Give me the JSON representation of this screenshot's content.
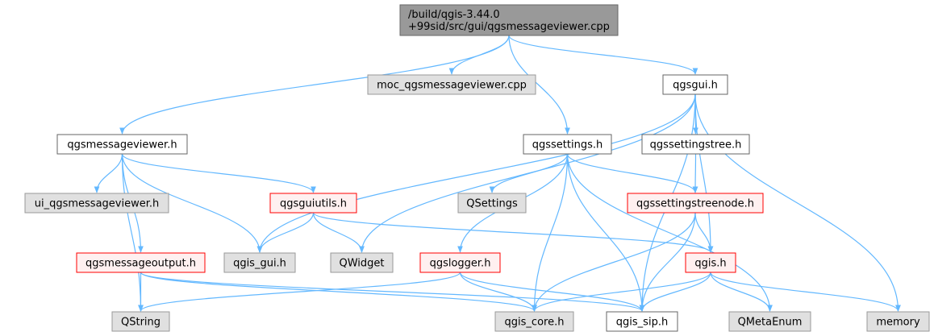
{
  "nodes": [
    {
      "id": "root",
      "style": "focus",
      "lines": [
        "/build/qgis-3.44.0",
        "+99sid/src/gui/qgsmessageviewer.cpp"
      ]
    },
    {
      "id": "moc",
      "style": "external",
      "lines": [
        "moc_qgsmessageviewer.cpp"
      ]
    },
    {
      "id": "qgsgui",
      "style": "normal",
      "lines": [
        "qgsgui.h"
      ]
    },
    {
      "id": "qgsmessageviewer",
      "style": "normal",
      "lines": [
        "qgsmessageviewer.h"
      ]
    },
    {
      "id": "qgssettings",
      "style": "normal",
      "lines": [
        "qgssettings.h"
      ]
    },
    {
      "id": "qgssettingstree",
      "style": "normal",
      "lines": [
        "qgssettingstree.h"
      ]
    },
    {
      "id": "ui_qgsmessageviewer",
      "style": "external",
      "lines": [
        "ui_qgsmessageviewer.h"
      ]
    },
    {
      "id": "qgsguiutils",
      "style": "truncated",
      "lines": [
        "qgsguiutils.h"
      ]
    },
    {
      "id": "QSettings",
      "style": "external",
      "lines": [
        "QSettings"
      ]
    },
    {
      "id": "qgssettingstreenode",
      "style": "truncated",
      "lines": [
        "qgssettingstreenode.h"
      ]
    },
    {
      "id": "qgsmessageoutput",
      "style": "truncated",
      "lines": [
        "qgsmessageoutput.h"
      ]
    },
    {
      "id": "qgis_gui",
      "style": "external",
      "lines": [
        "qgis_gui.h"
      ]
    },
    {
      "id": "QWidget",
      "style": "external",
      "lines": [
        "QWidget"
      ]
    },
    {
      "id": "qgslogger",
      "style": "truncated",
      "lines": [
        "qgslogger.h"
      ]
    },
    {
      "id": "qgis",
      "style": "truncated",
      "lines": [
        "qgis.h"
      ]
    },
    {
      "id": "QString",
      "style": "external",
      "lines": [
        "QString"
      ]
    },
    {
      "id": "qgis_core",
      "style": "external",
      "lines": [
        "qgis_core.h"
      ]
    },
    {
      "id": "qgis_sip",
      "style": "normal",
      "lines": [
        "qgis_sip.h"
      ]
    },
    {
      "id": "QMetaEnum",
      "style": "external",
      "lines": [
        "QMetaEnum"
      ]
    },
    {
      "id": "memory",
      "style": "external",
      "lines": [
        "memory"
      ]
    }
  ],
  "edges": [
    [
      "root",
      "qgsmessageviewer"
    ],
    [
      "root",
      "moc"
    ],
    [
      "root",
      "qgssettings"
    ],
    [
      "root",
      "qgsgui"
    ],
    [
      "qgsgui",
      "qgssettingstree"
    ],
    [
      "qgsgui",
      "qgis_gui"
    ],
    [
      "qgsgui",
      "QWidget"
    ],
    [
      "qgsgui",
      "qgis"
    ],
    [
      "qgsgui",
      "qgis_sip"
    ],
    [
      "qgsgui",
      "memory"
    ],
    [
      "qgssettingstree",
      "qgssettingstreenode"
    ],
    [
      "qgsmessageviewer",
      "ui_qgsmessageviewer"
    ],
    [
      "qgsmessageviewer",
      "qgsguiutils"
    ],
    [
      "qgsmessageviewer",
      "qgis_gui"
    ],
    [
      "qgsmessageviewer",
      "qgsmessageoutput"
    ],
    [
      "qgsmessageviewer",
      "QString"
    ],
    [
      "qgssettings",
      "QSettings"
    ],
    [
      "qgssettings",
      "qgssettingstreenode"
    ],
    [
      "qgssettings",
      "qgslogger"
    ],
    [
      "qgssettings",
      "qgis_core"
    ],
    [
      "qgssettings",
      "qgis_sip"
    ],
    [
      "qgssettings",
      "QMetaEnum"
    ],
    [
      "qgsguiutils",
      "qgis_gui"
    ],
    [
      "qgsguiutils",
      "QWidget"
    ],
    [
      "qgsguiutils",
      "qgis"
    ],
    [
      "qgssettingstreenode",
      "qgis"
    ],
    [
      "qgssettingstreenode",
      "qgis_core"
    ],
    [
      "qgssettingstreenode",
      "qgis_sip"
    ],
    [
      "qgsmessageoutput",
      "QString"
    ],
    [
      "qgsmessageoutput",
      "qgis_core"
    ],
    [
      "qgsmessageoutput",
      "qgis_sip"
    ],
    [
      "qgslogger",
      "QString"
    ],
    [
      "qgslogger",
      "qgis_core"
    ],
    [
      "qgslogger",
      "qgis_sip"
    ],
    [
      "qgis",
      "qgis_core"
    ],
    [
      "qgis",
      "qgis_sip"
    ],
    [
      "qgis",
      "QMetaEnum"
    ],
    [
      "qgis",
      "memory"
    ]
  ],
  "colors": {
    "edge": "#63b8ff",
    "focus_fill": "#999999",
    "focus_border": "#666666",
    "normal_fill": "#ffffff",
    "normal_border": "#666666",
    "external_fill": "#e0e0e0",
    "external_border": "#999999",
    "truncated_fill": "#fff0f0",
    "truncated_border": "#ff0000",
    "text": "#000000"
  }
}
